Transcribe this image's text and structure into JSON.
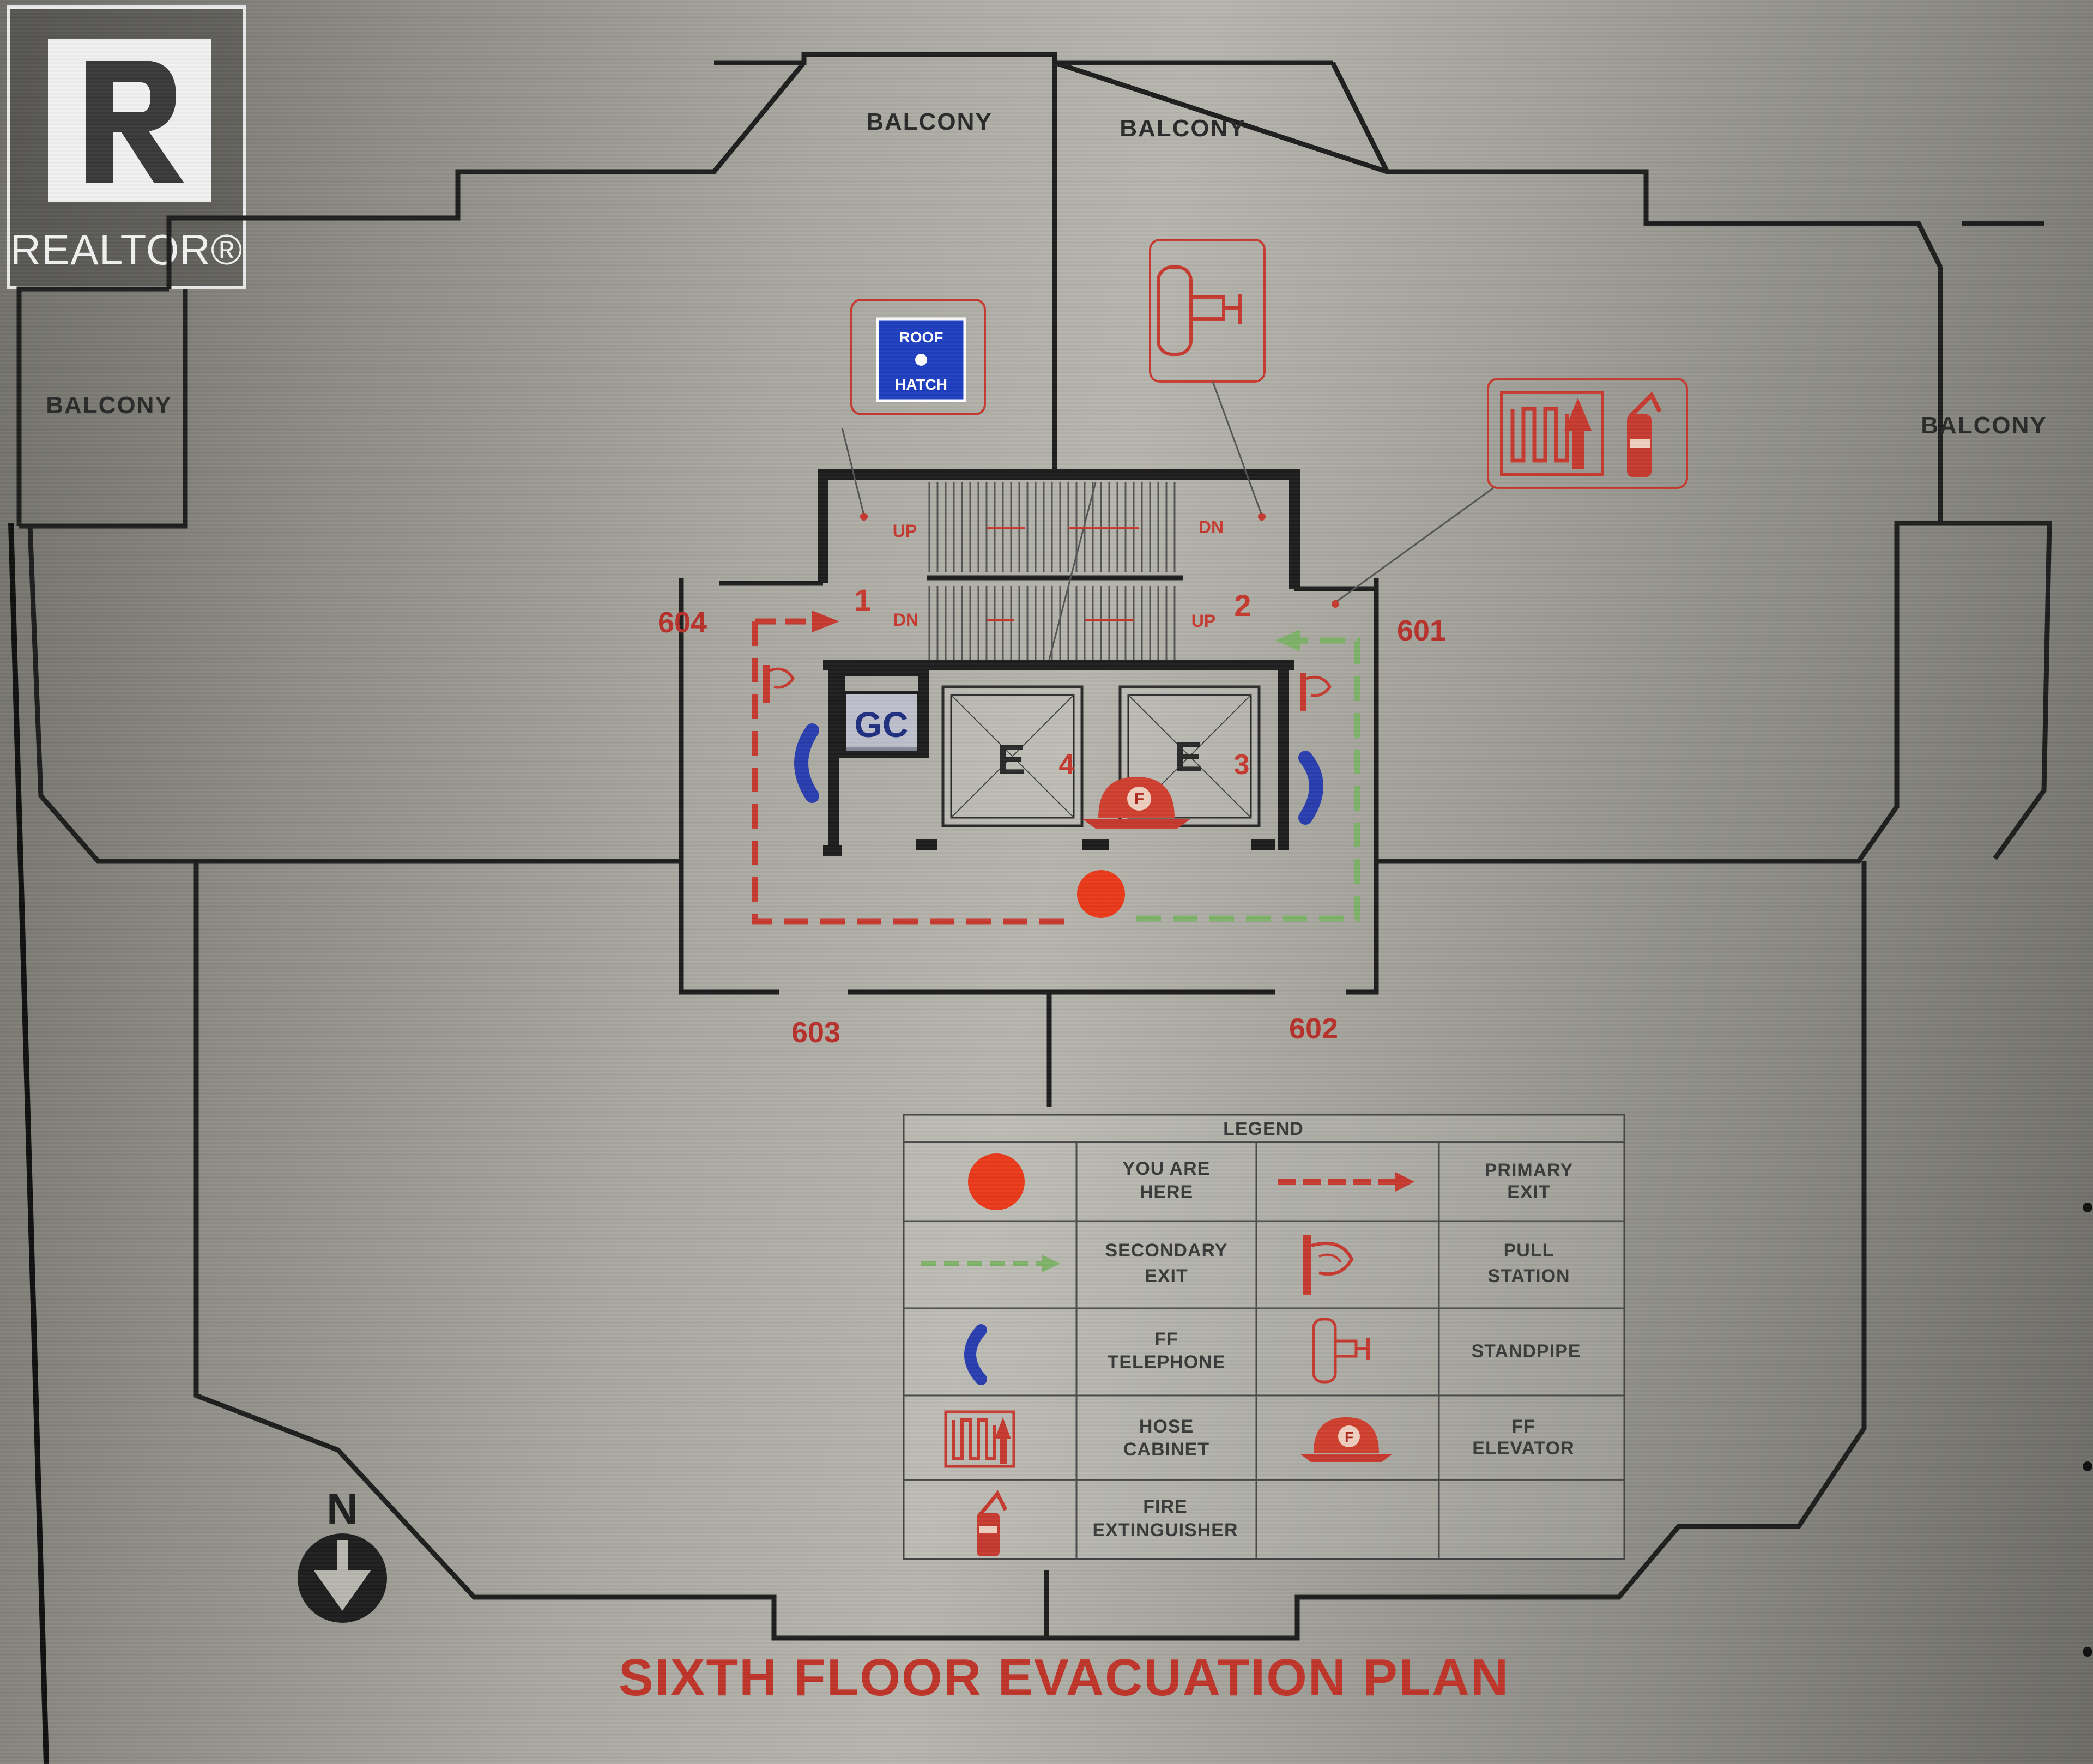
{
  "brand": {
    "name": "REALTOR®"
  },
  "plan": {
    "title": "SIXTH FLOOR EVACUATION PLAN",
    "balconies": [
      "BALCONY",
      "BALCONY",
      "BALCONY",
      "BALCONY"
    ],
    "units": [
      "601",
      "602",
      "603",
      "604"
    ],
    "stairs": {
      "numbers": [
        "1",
        "2"
      ],
      "up": "UP",
      "dn": "DN"
    },
    "elevators": [
      {
        "letter": "E",
        "number": "4"
      },
      {
        "letter": "E",
        "number": "3"
      }
    ],
    "gc": "GC",
    "roof_hatch": [
      "ROOF",
      "HATCH"
    ],
    "compass": "N",
    "helmet_letter": "F"
  },
  "legend": {
    "title": "LEGEND",
    "rows": [
      [
        {
          "icon": "you-are-here-dot",
          "lines": [
            "YOU ARE",
            "HERE"
          ]
        },
        {
          "icon": "primary-exit-arrow",
          "lines": [
            "PRIMARY",
            "EXIT"
          ]
        }
      ],
      [
        {
          "icon": "secondary-exit-arrow",
          "lines": [
            "SECONDARY",
            "EXIT"
          ]
        },
        {
          "icon": "pull-station",
          "lines": [
            "PULL",
            "STATION"
          ]
        }
      ],
      [
        {
          "icon": "ff-telephone",
          "lines": [
            "FF",
            "TELEPHONE"
          ]
        },
        {
          "icon": "standpipe",
          "lines": [
            "STANDPIPE"
          ]
        }
      ],
      [
        {
          "icon": "hose-cabinet",
          "lines": [
            "HOSE",
            "CABINET"
          ]
        },
        {
          "icon": "ff-elevator-helmet",
          "lines": [
            "FF",
            "ELEVATOR"
          ]
        }
      ],
      [
        {
          "icon": "fire-extinguisher",
          "lines": [
            "FIRE",
            "EXTINGUISHER"
          ]
        },
        {
          "icon": "",
          "lines": []
        }
      ]
    ]
  },
  "colors": {
    "primary_exit": "#c73a2f",
    "secondary_exit": "#7fb36a",
    "phone": "#2a3fb0",
    "roof_hatch": "#1f3fc0"
  }
}
